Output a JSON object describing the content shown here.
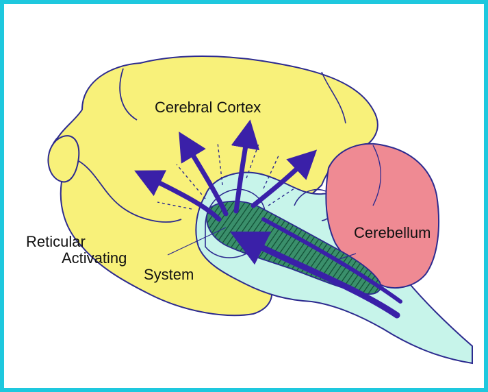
{
  "labels": {
    "cerebral_cortex": "Cerebral Cortex",
    "cerebellum": "Cerebellum",
    "reticular_line1": "Reticular",
    "reticular_line2": "Activating",
    "reticular_line3": "System"
  },
  "colors": {
    "frame": "#1ec8de",
    "cortex": "#f8f17a",
    "brainstem": "#c7f4ea",
    "cerebellum": "#ef8a93",
    "ras_fill": "#3a8f6b",
    "arrows": "#3a20a8",
    "outline": "#2c2a8f"
  }
}
